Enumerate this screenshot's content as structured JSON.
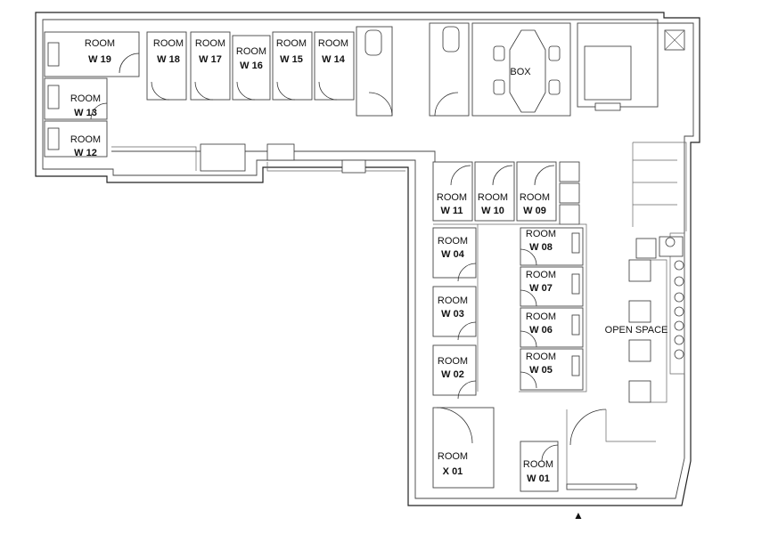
{
  "rooms": [
    {
      "id": "w19",
      "line1": "ROOM",
      "line2": "W 19"
    },
    {
      "id": "w18",
      "line1": "ROOM",
      "line2": "W 18"
    },
    {
      "id": "w17",
      "line1": "ROOM",
      "line2": "W 17"
    },
    {
      "id": "w16",
      "line1": "ROOM",
      "line2": "W 16"
    },
    {
      "id": "w15",
      "line1": "ROOM",
      "line2": "W 15"
    },
    {
      "id": "w14",
      "line1": "ROOM",
      "line2": "W 14"
    },
    {
      "id": "w13",
      "line1": "ROOM",
      "line2": "W 13"
    },
    {
      "id": "w12",
      "line1": "ROOM",
      "line2": "W 12"
    },
    {
      "id": "w11",
      "line1": "ROOM",
      "line2": "W 11"
    },
    {
      "id": "w10",
      "line1": "ROOM",
      "line2": "W 10"
    },
    {
      "id": "w09",
      "line1": "ROOM",
      "line2": "W 09"
    },
    {
      "id": "w08",
      "line1": "ROOM",
      "line2": "W 08"
    },
    {
      "id": "w04",
      "line1": "ROOM",
      "line2": "W 04"
    },
    {
      "id": "w07",
      "line1": "ROOM",
      "line2": "W 07"
    },
    {
      "id": "w03",
      "line1": "ROOM",
      "line2": "W 03"
    },
    {
      "id": "w06",
      "line1": "ROOM",
      "line2": "W 06"
    },
    {
      "id": "w02",
      "line1": "ROOM",
      "line2": "W 02"
    },
    {
      "id": "w05",
      "line1": "ROOM",
      "line2": "W 05"
    },
    {
      "id": "x01",
      "line1": "ROOM",
      "line2": "X 01"
    },
    {
      "id": "w01",
      "line1": "ROOM",
      "line2": "W 01"
    }
  ],
  "box_label": "BOX",
  "open_space_label": "OPEN SPACE",
  "entrance_marker": "▲"
}
